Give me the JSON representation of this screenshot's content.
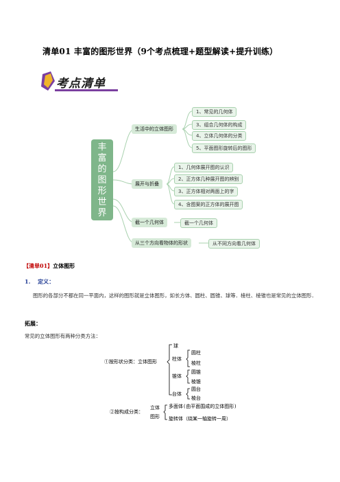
{
  "title": "清单01 丰富的图形世界（9个考点梳理+题型解读+提升训练）",
  "banner": {
    "label": "考点清单"
  },
  "mindmap": {
    "root": [
      "丰",
      "富",
      "的",
      "图",
      "形",
      "世",
      "界"
    ],
    "branches": [
      {
        "label": "生活中的立体图形",
        "children": [
          "1、常见的几何体",
          "3、组合几何体的构成",
          "4、立体几何体的分类",
          "5、平面图形旋转后的图形"
        ]
      },
      {
        "label": "展开与折叠",
        "children": [
          "1、几何体展开图的认识",
          "2、正方体几种展开图的辨别",
          "3、正方体相对两面上的字",
          "4、含图案的正方体的展开图"
        ]
      },
      {
        "label": "截一个几何体",
        "children": [
          "截一个几何体"
        ]
      },
      {
        "label": "从三个方向看物体的形状",
        "children": [
          "从不同方向看几何体"
        ]
      }
    ]
  },
  "section": {
    "tag": "【清单01】",
    "name": "立体图形"
  },
  "definition": {
    "label": "1.　 定义："
  },
  "paragraph": "图形的各部分不都在同一平面内，这样的图形就是立体图形，如长方体、圆柱、圆锥、球等．棱柱、棱锥也是常见的立体图形．",
  "expand_label": "拓展：",
  "method_text": "常见的立体图形有两种分类方法：",
  "classification1": {
    "label": "①按形状分类：立体图形",
    "items": {
      "ball": "球",
      "prism_group": "柱体",
      "cylinder": "圆柱",
      "prism": "棱柱",
      "cone_group": "锥体",
      "cone": "圆锥",
      "pyramid": "棱锥",
      "frustum_group": "台体",
      "round_frustum": "圆台",
      "prism_frustum": "棱台"
    }
  },
  "classification2": {
    "label": "②按构成分类：",
    "group_top": "立体",
    "group_bottom": "图形",
    "polyhedron": "多面体(由平面围成的立体图形)",
    "rotation": "旋转体（绕某一轴旋转一周）"
  }
}
